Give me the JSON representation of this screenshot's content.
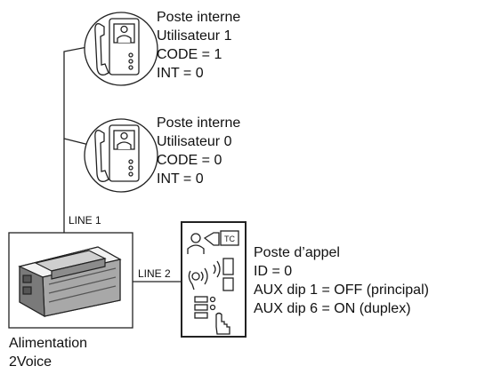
{
  "devices": {
    "internal_1": {
      "lines": [
        "Poste interne",
        "Utilisateur 1",
        "CODE = 1",
        "INT = 0"
      ],
      "icon": "video-handset-icon"
    },
    "internal_0": {
      "lines": [
        "Poste interne",
        "Utilisateur 0",
        "CODE = 0",
        "INT = 0"
      ],
      "icon": "video-handset-icon"
    },
    "call_station": {
      "lines": [
        "Poste d’appel",
        "ID = 0",
        "AUX dip 1 = OFF (principal)",
        "AUX dip 6 = ON (duplex)"
      ],
      "icon": "door-entry-panel-icon",
      "tc_badge": "TC"
    },
    "power_supply": {
      "lines": [
        "Alimentation",
        "2Voice"
      ],
      "icon": "din-rail-power-supply-icon"
    }
  },
  "links": {
    "line1": "LINE 1",
    "line2": "LINE 2"
  }
}
